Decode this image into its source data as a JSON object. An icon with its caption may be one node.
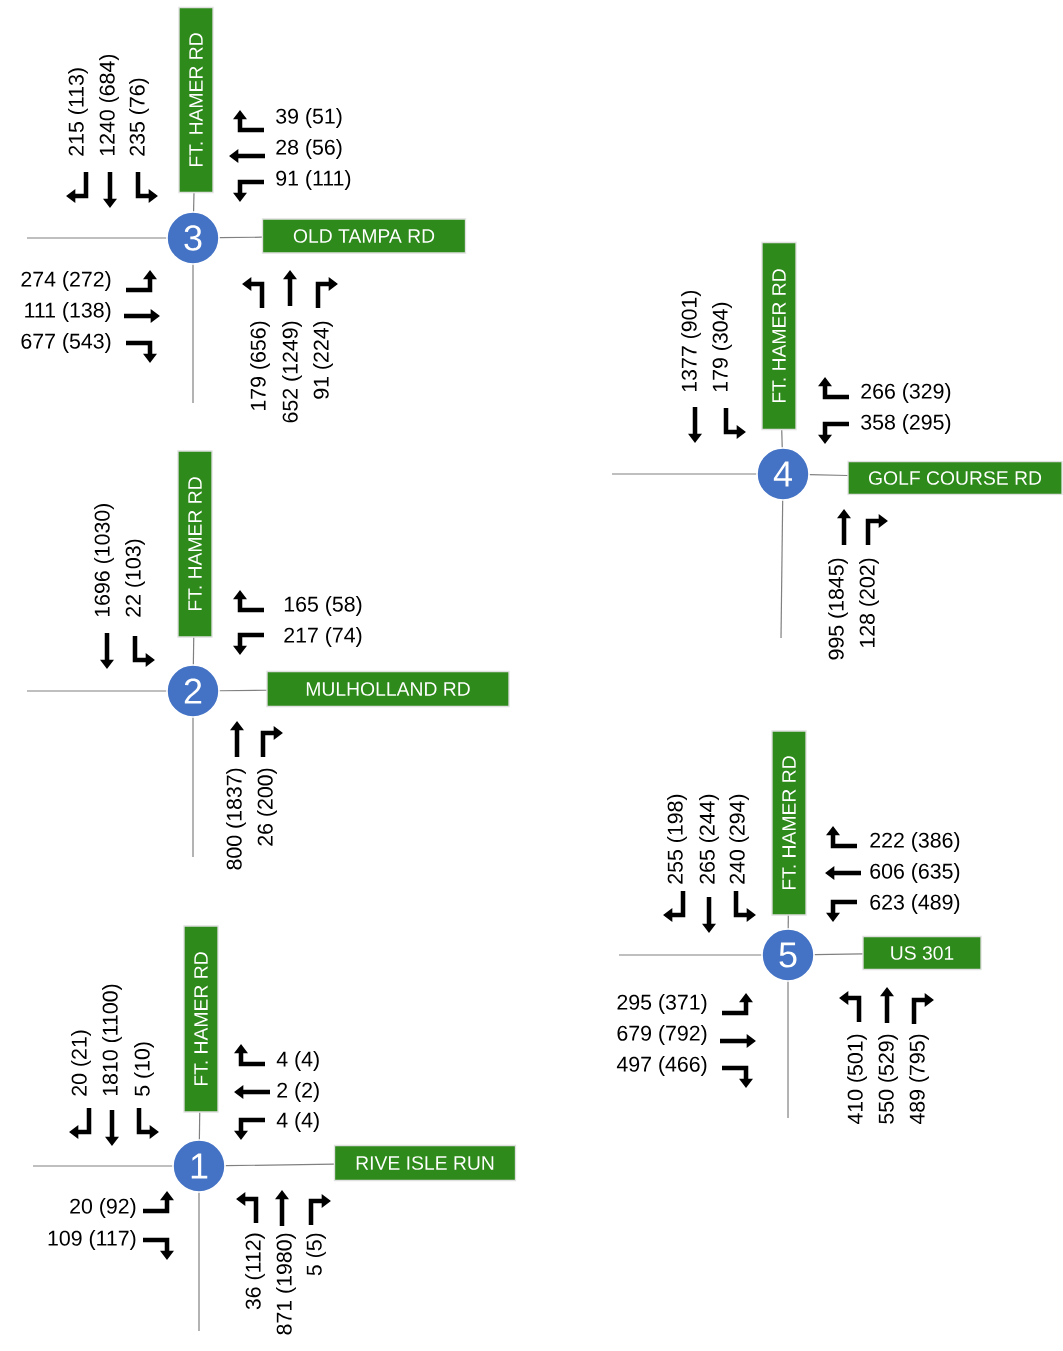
{
  "diagram": {
    "nodes": [
      {
        "text": [
          "FT. HAMER RD"
        ]
      },
      {
        "text": [
          "3"
        ]
      },
      {
        "text": [
          "OLD TAMPA RD"
        ]
      },
      {
        "text": [
          "FT. HAMER RD"
        ]
      },
      {
        "text": [
          "4"
        ]
      },
      {
        "text": [
          "GOLF COURSE RD"
        ]
      },
      {
        "text": [
          "FT. HAMER RD"
        ]
      },
      {
        "text": [
          "2"
        ]
      },
      {
        "text": [
          "MULHOLLAND RD"
        ]
      },
      {
        "text": [
          "FT. HAMER RD"
        ]
      },
      {
        "text": [
          "5"
        ]
      },
      {
        "text": [
          "US 301"
        ]
      },
      {
        "text": [
          "FT. HAMER RD"
        ]
      },
      {
        "text": [
          "1"
        ]
      },
      {
        "text": [
          "RIVE ISLE RUN"
        ]
      }
    ],
    "edges": [
      {
        "from": 0,
        "to": 1,
        "arrow": "none"
      },
      {
        "from": 1,
        "to": 2,
        "arrow": "none"
      },
      {
        "from": null,
        "to": 1,
        "arrow": "none"
      },
      {
        "from": null,
        "to": 1,
        "arrow": "none"
      },
      {
        "from": 3,
        "to": 4,
        "arrow": "none"
      },
      {
        "from": 4,
        "to": 5,
        "arrow": "none"
      },
      {
        "from": null,
        "to": 4,
        "arrow": "none"
      },
      {
        "from": null,
        "to": 4,
        "arrow": "none"
      },
      {
        "from": 6,
        "to": 7,
        "arrow": "none"
      },
      {
        "from": 7,
        "to": 8,
        "arrow": "none"
      },
      {
        "from": null,
        "to": 7,
        "arrow": "none"
      },
      {
        "from": null,
        "to": 7,
        "arrow": "none"
      },
      {
        "from": 9,
        "to": 10,
        "arrow": "none"
      },
      {
        "from": 10,
        "to": 11,
        "arrow": "none"
      },
      {
        "from": null,
        "to": 10,
        "arrow": "none"
      },
      {
        "from": null,
        "to": 10,
        "arrow": "none"
      },
      {
        "from": 12,
        "to": 13,
        "arrow": "none"
      },
      {
        "from": 13,
        "to": 14,
        "arrow": "none"
      },
      {
        "from": null,
        "to": 13,
        "arrow": "none"
      },
      {
        "from": null,
        "to": 13,
        "arrow": "none"
      }
    ],
    "labels": [
      "215 (113)",
      "1240 (684)",
      "235 (76)",
      "39 (51)",
      "28 (56)",
      "91 (111)",
      "274 (272)",
      "111 (138)",
      "677 (543)",
      "179 (656)",
      "652 (1249)",
      "91 (224)",
      "1377 (901)",
      "179 (304)",
      "266 (329)",
      "358 (295)",
      "1696 (1030)",
      "22 (103)",
      "165 (58)",
      "217 (74)",
      "995 (1845)",
      "128 (202)",
      "800 (1837)",
      "26 (200)",
      "255 (198)",
      "265 (244)",
      "240 (294)",
      "222 (386)",
      "606 (635)",
      "623 (489)",
      "20 (21)",
      "1810 (1100)",
      "5 (10)",
      "4 (4)",
      "2 (2)",
      "4 (4)",
      "295 (371)",
      "679 (792)",
      "497 (466)",
      "410 (501)",
      "550 (529)",
      "489 (795)",
      "20 (92)",
      "109 (117)",
      "36 (112)",
      "871 (1980)",
      "5 (5)"
    ]
  }
}
